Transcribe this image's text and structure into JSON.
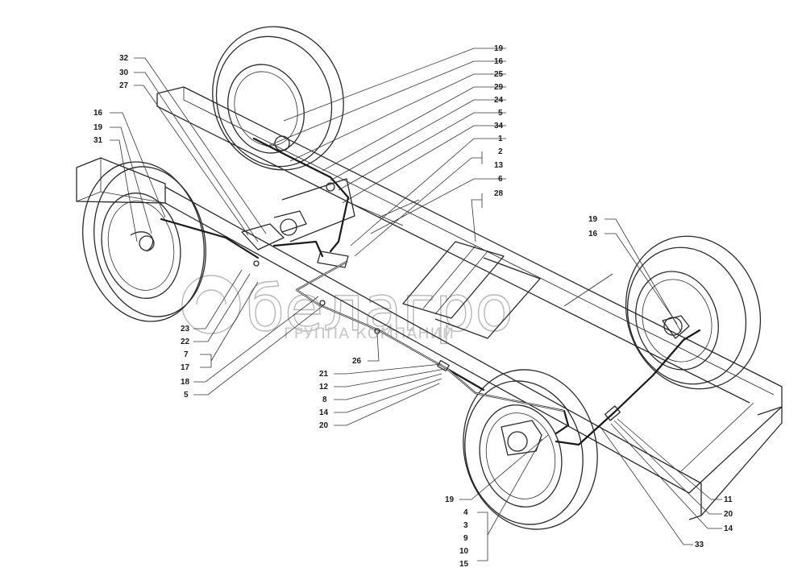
{
  "watermark": {
    "brand": "белагро",
    "tagline": "ГРУППА КОМПАНИЙ"
  },
  "callouts": {
    "upper_fan": [
      "19",
      "16",
      "25",
      "29",
      "24",
      "5",
      "34",
      "1",
      "2",
      "13",
      "6",
      "28"
    ],
    "upper_left": [
      "32",
      "30",
      "27"
    ],
    "left_wheel": [
      "16",
      "19",
      "31"
    ],
    "lower_left": [
      "23",
      "22",
      "7",
      "17",
      "18",
      "5"
    ],
    "middle": [
      "26",
      "21",
      "12",
      "8",
      "14",
      "20"
    ],
    "right_wheel": [
      "19",
      "16"
    ],
    "bottom_wheel": [
      "19",
      "4",
      "3",
      "9",
      "10",
      "15"
    ],
    "bottom_right": [
      "11",
      "20",
      "14",
      "33"
    ]
  }
}
